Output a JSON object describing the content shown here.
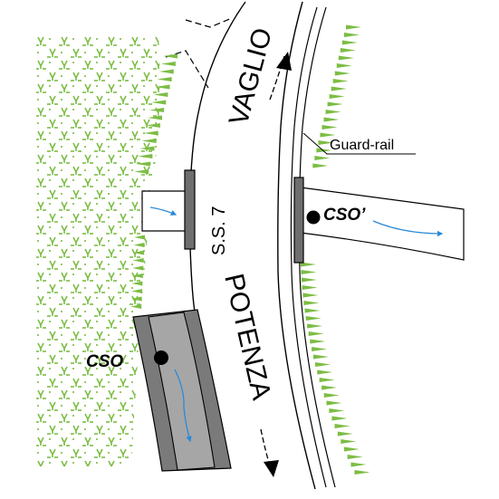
{
  "labels": {
    "road_north": "VAGLIO",
    "road_south": "POTENZA",
    "road_name": "S.S. 7",
    "guard_rail": "Guard-rail",
    "outfall_right": "CSO’",
    "outfall_left": "CSO"
  },
  "colors": {
    "vegetation": "#7cbd44",
    "flow_arrow": "#2b8ad8",
    "channel_light": "#a6a6a6",
    "channel_dark": "#7a7a7a",
    "headwall": "#6e6e6e",
    "line": "#000000"
  },
  "icons": [
    "vegetation-hatch",
    "embankment-slope-ticks",
    "flow-arrow",
    "direction-arrow",
    "outfall-point-marker"
  ]
}
